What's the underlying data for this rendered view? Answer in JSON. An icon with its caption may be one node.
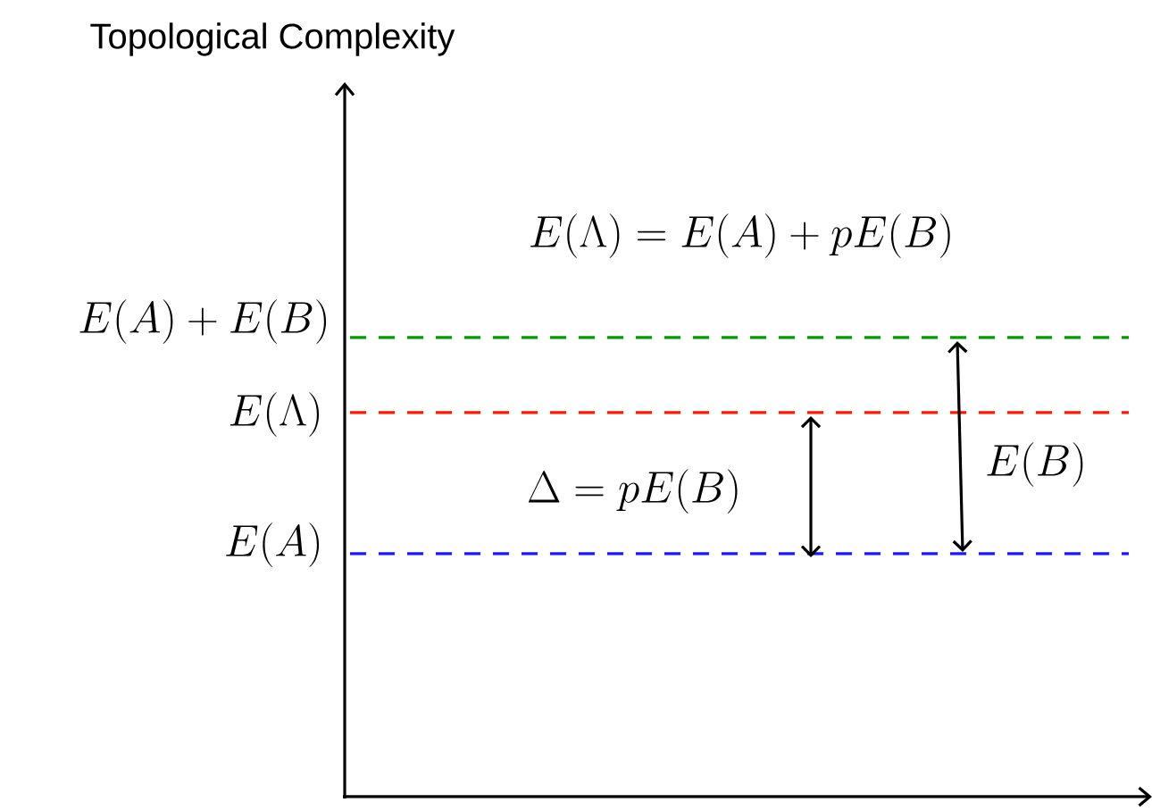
{
  "diagram": {
    "title": "Topological Complexity",
    "labels": [
      "E(\\Lambda)=E(A)+pE(B)",
      "E(A)+E(B)",
      "E(\\Lambda)",
      "E(B)",
      "\\Delta = pE(B)",
      "E(A)"
    ]
  }
}
